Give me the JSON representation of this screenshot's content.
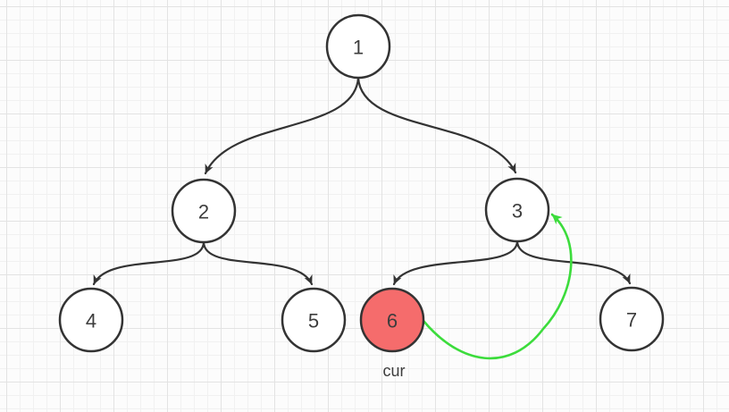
{
  "tree": {
    "nodes": [
      {
        "id": "1",
        "label": "1",
        "state": "normal"
      },
      {
        "id": "2",
        "label": "2",
        "state": "normal"
      },
      {
        "id": "3",
        "label": "3",
        "state": "normal"
      },
      {
        "id": "4",
        "label": "4",
        "state": "normal"
      },
      {
        "id": "5",
        "label": "5",
        "state": "normal"
      },
      {
        "id": "6",
        "label": "6",
        "state": "current"
      },
      {
        "id": "7",
        "label": "7",
        "state": "normal"
      }
    ],
    "edges": [
      {
        "from": "1",
        "to": "2"
      },
      {
        "from": "1",
        "to": "3"
      },
      {
        "from": "2",
        "to": "4"
      },
      {
        "from": "2",
        "to": "5"
      },
      {
        "from": "3",
        "to": "6"
      },
      {
        "from": "3",
        "to": "7"
      }
    ],
    "pointer": {
      "from": "6",
      "to": "3"
    },
    "annotation": {
      "label": "cur"
    }
  },
  "colors": {
    "node_stroke": "#333333",
    "node_fill": "#FFFFFF",
    "highlight_fill": "#F56C6C",
    "edge": "#333333",
    "pointer": "#3CDC3C",
    "text": "#3D3D3D",
    "grid_minor": "#F1F1F1",
    "grid_major": "#E3E3E3",
    "background": "#FCFCFC"
  }
}
